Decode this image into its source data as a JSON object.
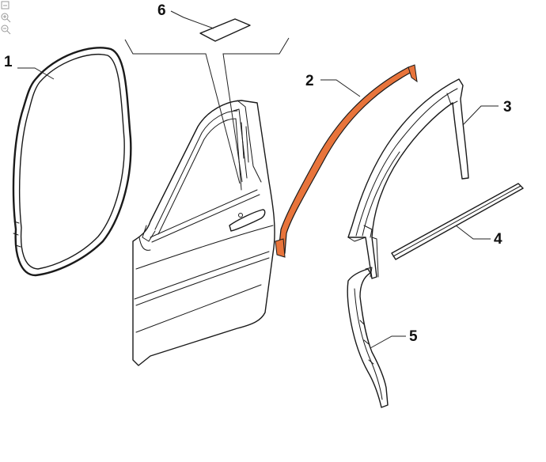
{
  "diagram": {
    "callouts": [
      {
        "id": "1",
        "label": "1"
      },
      {
        "id": "2",
        "label": "2"
      },
      {
        "id": "3",
        "label": "3"
      },
      {
        "id": "4",
        "label": "4"
      },
      {
        "id": "5",
        "label": "5"
      },
      {
        "id": "6",
        "label": "6"
      }
    ],
    "colors": {
      "line": "#1a1a1a",
      "highlight": "#e8743b",
      "background": "#ffffff"
    },
    "toolbar_icons": [
      "reset-icon",
      "zoom-in-icon",
      "zoom-out-icon"
    ]
  }
}
